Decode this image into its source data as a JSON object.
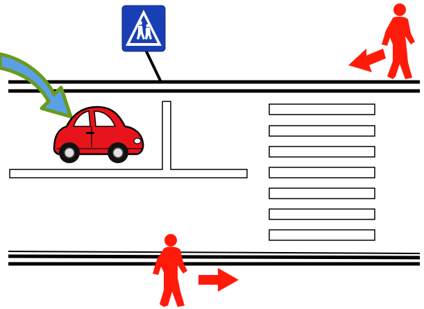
{
  "scene": {
    "subject": "crosswalk-traffic-diagram",
    "road_color": "#000000",
    "background_color": "#ffffff"
  },
  "sign": {
    "icon": "school-crossing-sign-icon",
    "plate_color": "#1a3fb5",
    "symbol_color": "#ffffff"
  },
  "car": {
    "icon": "red-car-icon",
    "body_color": "#e8141c",
    "window_color": "#ffffff",
    "wheel_color": "#111111"
  },
  "turn_arrow": {
    "icon": "turning-arrow-icon",
    "fill_color": "#5aa0e6",
    "outline_color": "#6a9a1e"
  },
  "crosswalk": {
    "stripe_count": 7,
    "stripe_color": "#ffffff",
    "stripe_outline": "#000000"
  },
  "pedestrians": [
    {
      "name": "pedestrian-top-right",
      "color": "#ff1a0a",
      "direction": "left"
    },
    {
      "name": "pedestrian-bottom",
      "color": "#ff1a0a",
      "direction": "right"
    }
  ],
  "direction_arrows": [
    {
      "name": "arrow-left",
      "color": "#ff1a0a"
    },
    {
      "name": "arrow-right",
      "color": "#ff1a0a"
    }
  ]
}
